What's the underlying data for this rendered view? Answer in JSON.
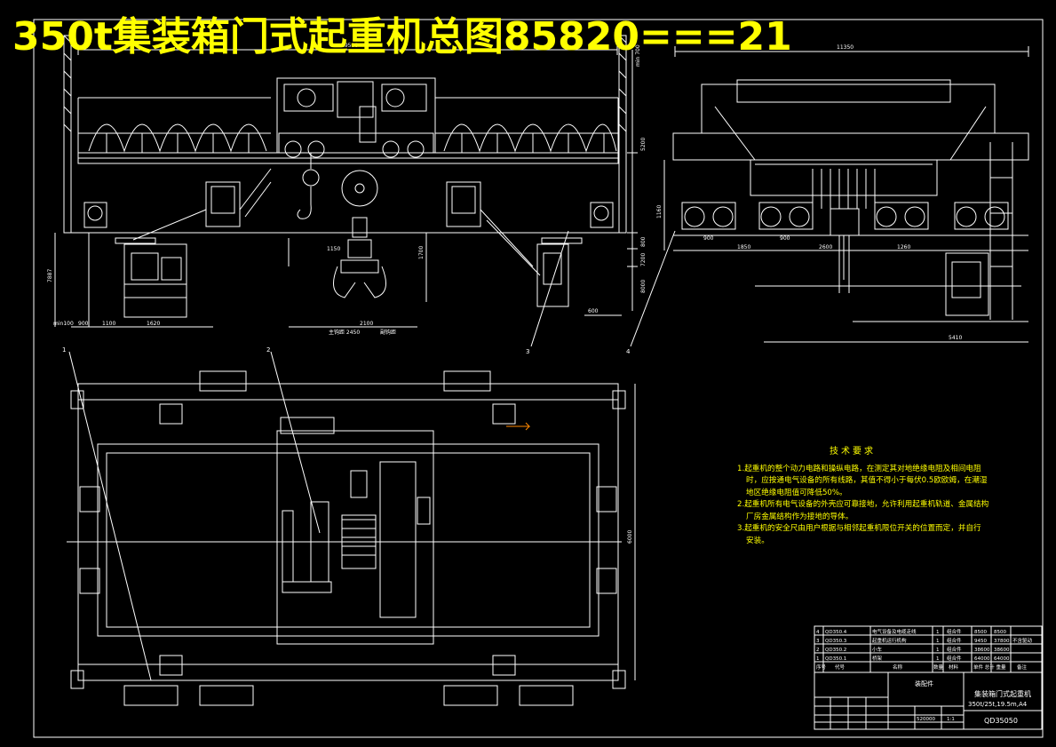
{
  "title": "350t集装箱门式起重机总图85820===21",
  "tech_requirements": {
    "heading": "技术要求",
    "lines": [
      "1.起重机的整个动力电路和操纵电路，在测定其对地绝缘电阻及相间电阻",
      "时，应按通电气设备的所有线路，其值不得小于每伏0.5欧欧姆，在潮湿",
      "地区绝缘电阻值可降低50%。",
      "2.起重机所有电气设备的外壳应可靠接地，允许利用起重机轨道、金属结构",
      "厂房金属结构作为接地的导体。",
      "3.起重机的安全尺由用户根据与相邻起重机限位开关的位置而定，并自行",
      "安装。"
    ]
  },
  "dimensions": {
    "front_top": "19500",
    "front_top_right": "min 700",
    "front_right_height": "5200",
    "front_right_small": "800",
    "front_right_h2": "7200",
    "front_right_h3": "8000",
    "front_bottom_1": "900",
    "front_bottom_2": "1100",
    "front_bottom_3": "1620",
    "front_bottom_4": "1150",
    "front_bottom_5": "2100",
    "front_bottom_6": "1700",
    "front_left_height": "7887",
    "front_min": "min100",
    "front_600": "600",
    "front_label_left": "主钩距 2450",
    "front_label_right": "副钩距",
    "side_top": "11350",
    "side_1160": "1160",
    "side_900a": "900",
    "side_900b": "900",
    "side_1850": "1850",
    "side_2600": "2600",
    "side_1260": "1260",
    "side_bottom": "5410",
    "plan_right": "6000"
  },
  "callouts": [
    "1",
    "2",
    "3",
    "4"
  ],
  "bom": {
    "rows": [
      {
        "no": "4",
        "code": "QD350.4",
        "name": "电气设备及电缆走线",
        "qty": "1",
        "material": "组合件",
        "w1": "8500",
        "w2": "8500",
        "note": ""
      },
      {
        "no": "3",
        "code": "QD350.3",
        "name": "起重机运行机构",
        "qty": "1",
        "material": "组合件",
        "w1": "9450",
        "w2": "37800",
        "note": "不含驱动"
      },
      {
        "no": "2",
        "code": "QD350.2",
        "name": "小车",
        "qty": "1",
        "material": "组合件",
        "w1": "38600",
        "w2": "38600",
        "note": ""
      },
      {
        "no": "1",
        "code": "QD350.1",
        "name": "桥架",
        "qty": "1",
        "material": "组合件",
        "w1": "64000",
        "w2": "64000",
        "note": ""
      }
    ],
    "header": {
      "no": "序号",
      "code": "代号",
      "name": "名称",
      "qty": "数量",
      "material": "材料",
      "weight": "单件 总计 重量",
      "note": "备注"
    }
  },
  "title_block": {
    "assembly": "装配件",
    "drawing_name": "集装箱门式起重机",
    "spec": "350t/25t,19.5m,A4",
    "drawing_no": "QD35050",
    "scale": "1:1",
    "weight": "520000"
  },
  "colors": {
    "background": "#000000",
    "lines": "#ffffff",
    "title": "#ffff00",
    "notes": "#ffff00",
    "accent": "#ff8800"
  }
}
